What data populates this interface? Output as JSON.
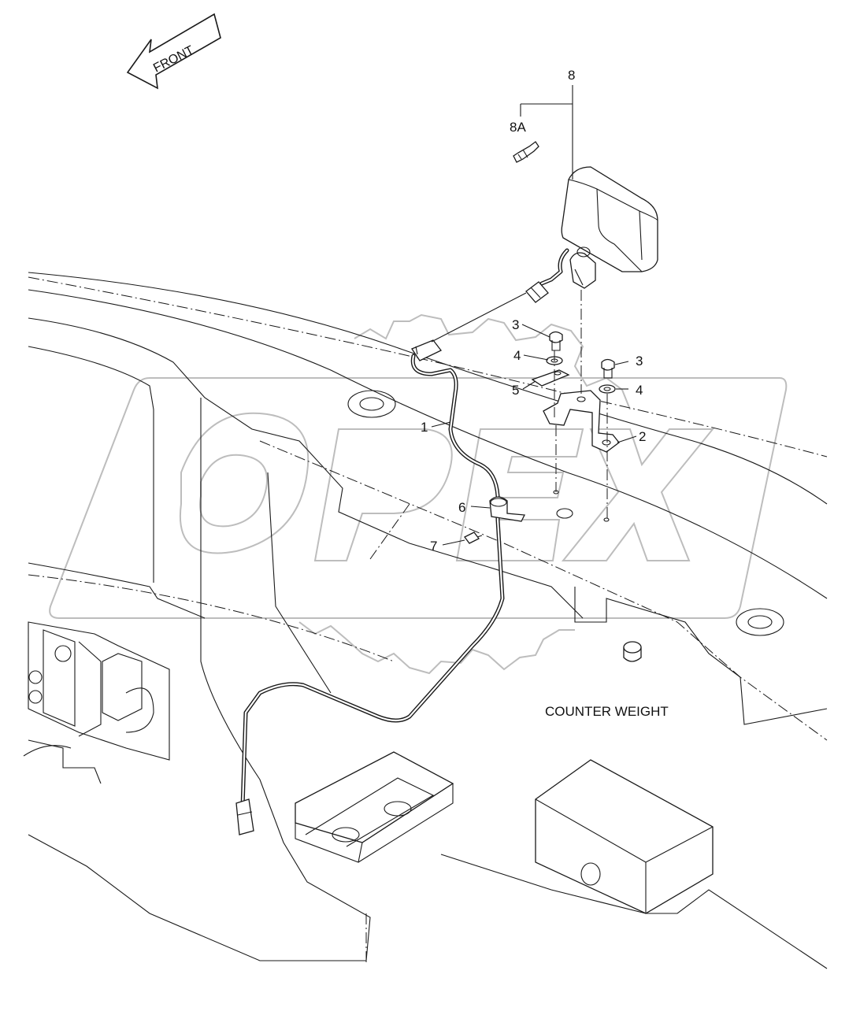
{
  "diagram": {
    "front_arrow_label": "FRONT",
    "counter_weight_label": "COUNTER WEIGHT",
    "callouts": {
      "c1": "1",
      "c2": "2",
      "c3a": "3",
      "c3b": "3",
      "c4a": "4",
      "c4b": "4",
      "c5": "5",
      "c6": "6",
      "c7": "7",
      "c8": "8",
      "c8a": "8A"
    },
    "watermark": "OPEX"
  }
}
